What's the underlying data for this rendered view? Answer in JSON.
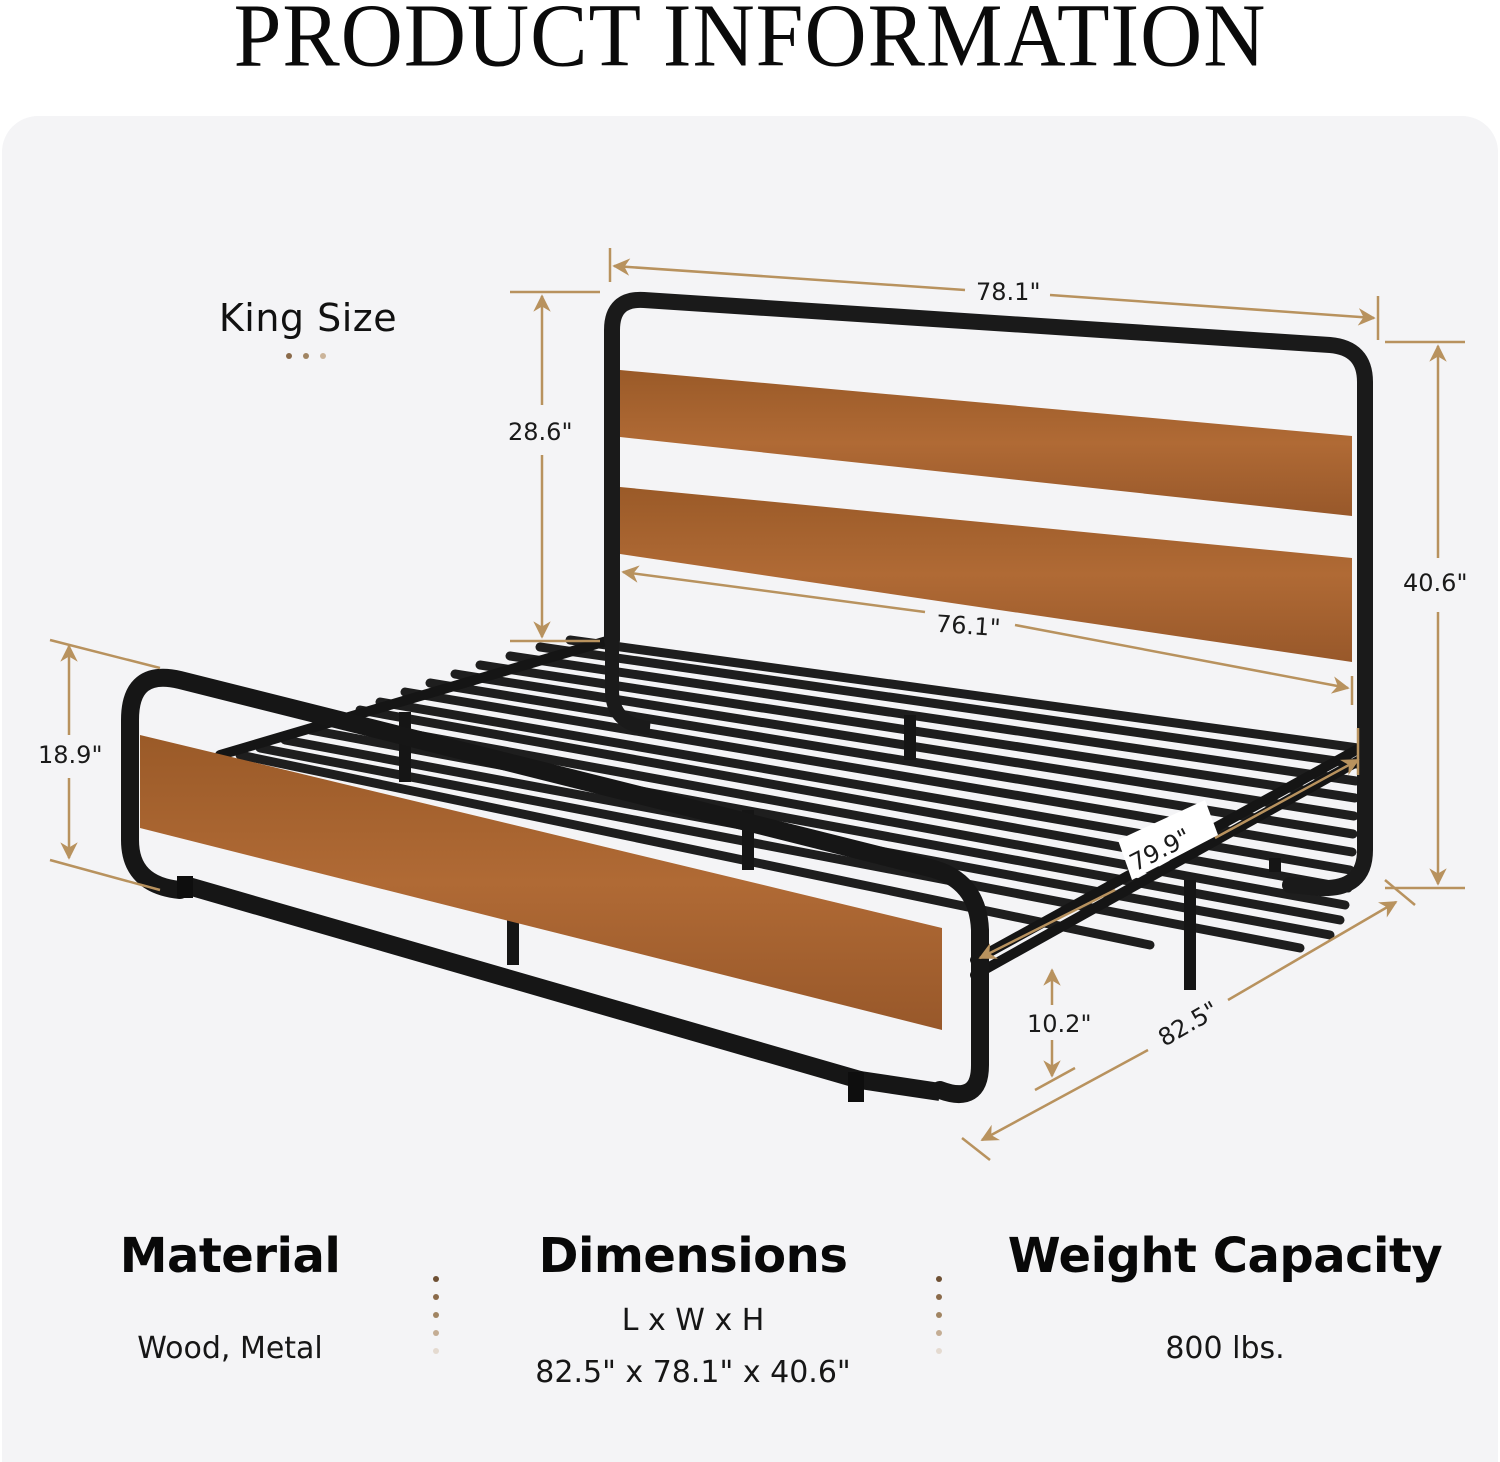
{
  "header": {
    "title": "PRODUCT INFORMATION"
  },
  "diagram": {
    "size_label": "King Size",
    "dimensions": {
      "headboard_width": "78.1\"",
      "headboard_height": "28.6\"",
      "total_height": "40.6\"",
      "inner_width": "76.1\"",
      "footboard_height": "18.9\"",
      "inner_length": "79.9\"",
      "clearance": "10.2\"",
      "total_length": "82.5\""
    },
    "colors": {
      "accent": "#b8925e",
      "wood": "#a8642e",
      "metal": "#1c1c1c",
      "panel": "#f4f4f6"
    },
    "dot_colors": [
      "#6e5034",
      "#8a6a4a",
      "#a08462",
      "#c4ad94",
      "#e4dad0"
    ]
  },
  "specs": [
    {
      "title": "Material",
      "values": [
        "Wood, Metal"
      ]
    },
    {
      "title": "Dimensions",
      "values": [
        "L x W x H",
        "82.5\" x 78.1\" x 40.6\""
      ]
    },
    {
      "title": "Weight Capacity",
      "values": [
        "800 lbs."
      ]
    }
  ]
}
